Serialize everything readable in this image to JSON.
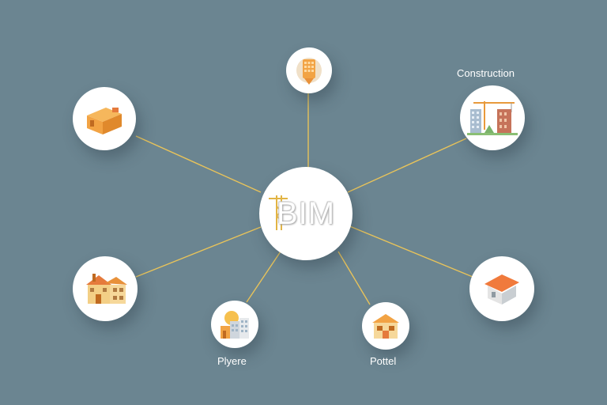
{
  "hub": {
    "label": "BIM"
  },
  "labels": {
    "construction": "Construction",
    "player": "Plyere",
    "portel": "Pottel"
  },
  "colors": {
    "background": "#6b8591",
    "connector": "#e8c35a",
    "node_fill": "#ffffff",
    "accent_orange": "#f2a344"
  },
  "nodes": [
    {
      "id": "top",
      "icon": "tower-building-icon"
    },
    {
      "id": "top-left",
      "icon": "box-building-icon"
    },
    {
      "id": "top-right",
      "icon": "construction-site-icon"
    },
    {
      "id": "left",
      "icon": "house-icon"
    },
    {
      "id": "right",
      "icon": "roof-house-icon"
    },
    {
      "id": "bottom-left",
      "icon": "city-buildings-icon"
    },
    {
      "id": "bottom-right",
      "icon": "small-house-icon"
    }
  ]
}
